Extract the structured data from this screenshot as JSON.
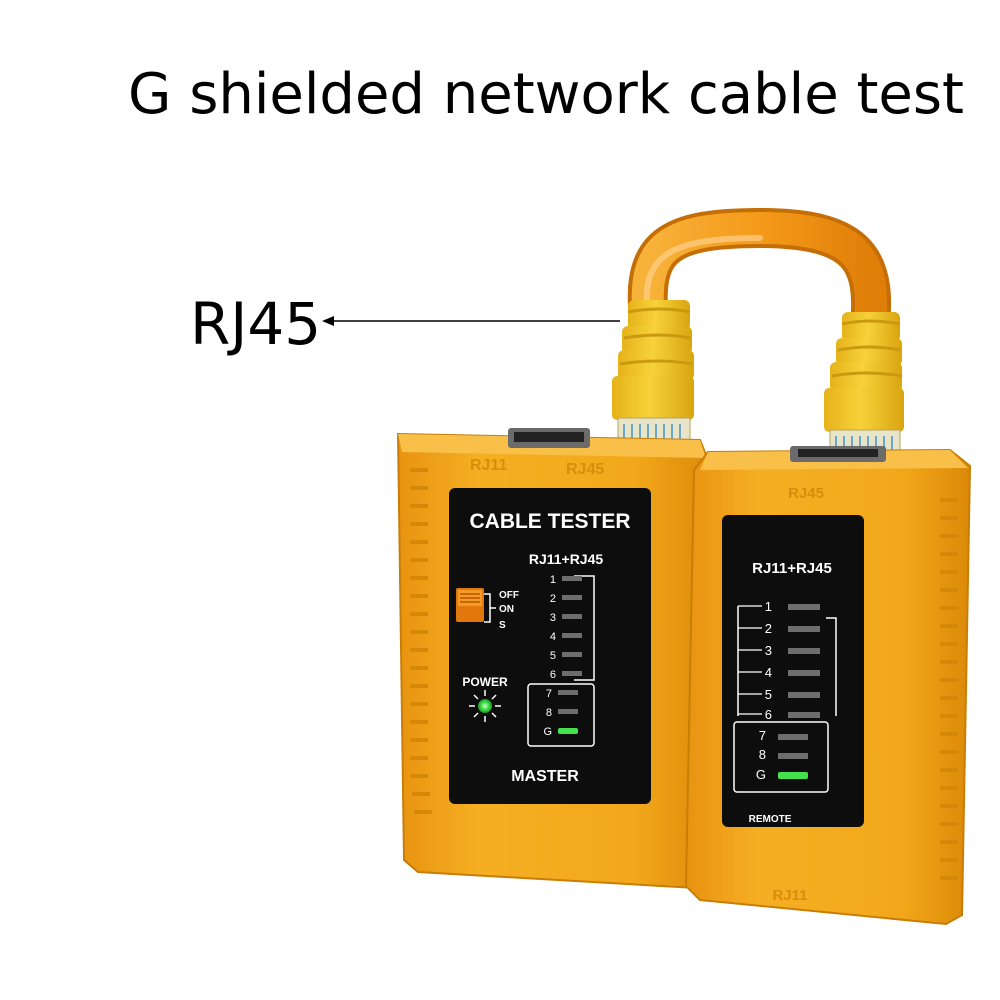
{
  "title": "G shielded network cable test",
  "callout": {
    "label": "RJ45"
  },
  "master": {
    "housing_port_labels": [
      "RJ11",
      "RJ45"
    ],
    "panel_title": "CABLE TESTER",
    "panel_subtitle": "RJ11+RJ45",
    "switch_labels": [
      "OFF",
      "ON",
      "S"
    ],
    "power_label": "POWER",
    "pins": [
      "1",
      "2",
      "3",
      "4",
      "5",
      "6",
      "7",
      "8",
      "G"
    ],
    "footer": "MASTER"
  },
  "remote": {
    "housing_port_label": "RJ45",
    "bottom_port_label": "RJ11",
    "panel_subtitle": "RJ11+RJ45",
    "pins": [
      "1",
      "2",
      "3",
      "4",
      "5",
      "6",
      "7",
      "8",
      "G"
    ],
    "footer": "REMOTE"
  },
  "leds": {
    "lit_pin": "G",
    "power_on": true
  },
  "colors": {
    "housing": "#f3a81b",
    "housing_dark": "#d98a08",
    "panel": "#0d0d0d",
    "led_green": "#44e24a",
    "cable_orange": "#f59a1a",
    "connector_yellow": "#f3c420",
    "switch_orange": "#e2780c"
  }
}
